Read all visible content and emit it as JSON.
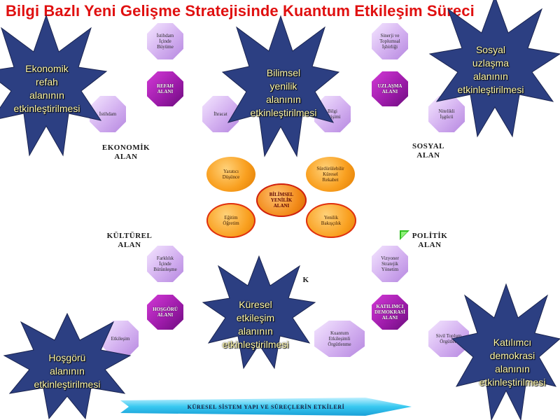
{
  "title": "Bilgi Bazlı Yeni Gelişme Stratejisinde Kuantum Etkileşim Süreci",
  "areas": {
    "ekonomik": "EKONOMİK\nALAN",
    "sosyal": "SOSYAL\nALAN",
    "kulturel": "KÜLTÜREL\nALAN",
    "politik": "POLİTİK\nALAN",
    "teknolojik_fragment": "T       O       K"
  },
  "octagons": {
    "istihdam_icinde": "İstihdam\nİçinde\nBüyüme",
    "refah": "REFAH\nALANI",
    "istihdam": "İstihdam",
    "ihracat": "İhracat",
    "sinerji": "Sinerji ve\nToplumsal\nİşbirliği",
    "uzlasma": "UZLAŞMA\nALANI",
    "girisimi": "Bilgi\nGirişimi",
    "nitelikli": "Nitelikli\nİşgücü",
    "farklilik": "Farklılık\nİçinde\nBütünleşme",
    "hosgoru": "HOŞGÖRÜ\nALANI",
    "kuantum": "Kuantum\nEtkileşimli\nÖrgütlenme",
    "katilimci": "KATILIMCI\nDEMOKRASİ\nALANI",
    "vizyoner": "Vizyoner\nStratejik\nYönetim",
    "sivil": "Sivil Toplum\nÖrgütleri",
    "bottom_left_fragment": "Etkileşim"
  },
  "circles": {
    "yaratici": "Yaratıcı\nDüşünce",
    "surdurulebilir": "Sürdürülebilir\nKüresel\nRekabet",
    "center": "BİLİMSEL\nYENİLİK\nALANI",
    "egitim": "Eğitim\nÖğretim",
    "yenilik": "Yenilik\nBakışçılık"
  },
  "stars": {
    "ekonomik": "Ekonomik\nrefah\nalanının\netkinleştirilmesi",
    "bilimsel": "Bilimsel\nyenilik\nalanının\netkinleştirilmesi",
    "sosyal": "Sosyal\nuzlaşma\nalanının\netkinleştirilmesi",
    "kuresel": "Küresel\netkileşim\nalanının\netkinleştirilmesi",
    "hosgoru": "Hoşgörü\nalanının\netkinleştirilmesi",
    "katilimci": "Katılımcı\ndemokrasi\nalanının\netkinleştirilmesi"
  },
  "banner": "KÜRESEL SİSTEM YAPI VE SÜREÇLERİN ETKİLERİ",
  "colors": {
    "title": "#e01010",
    "star_fill": "#2c3f82",
    "star_text": "#fff8a8",
    "octagon_dark": "#9b1aa8",
    "octagon_light": "#d3b0f0",
    "circle": "#f9a020",
    "banner": "#38c8f0"
  }
}
